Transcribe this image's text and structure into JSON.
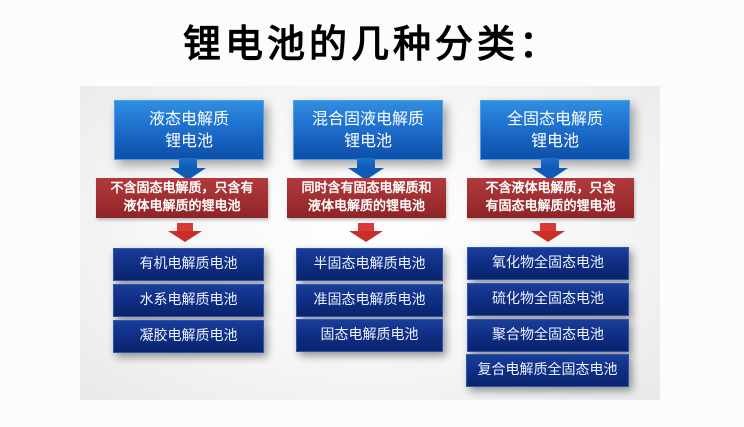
{
  "title": "锂电池的几种分类：",
  "colors": {
    "top_box": "#1e6fcf",
    "red_box": "#9e2d30",
    "sub_box": "#0e2d82",
    "red_arrow": "#d83a34",
    "blue_arrow": "#0f5bb5"
  },
  "columns": [
    {
      "top_lines": [
        "液态电解质",
        "锂电池"
      ],
      "desc_lines": [
        "不含固态电解质，只含有",
        "液体电解质的锂电池"
      ],
      "items": [
        "有机电解质电池",
        "水系电解质电池",
        "凝胶电解质电池"
      ]
    },
    {
      "top_lines": [
        "混合固液电解质",
        "锂电池"
      ],
      "desc_lines": [
        "同时含有固态电解质和",
        "液体电解质的锂电池"
      ],
      "items": [
        "半固态电解质电池",
        "准固态电解质电池",
        "固态电解质电池"
      ]
    },
    {
      "top_lines": [
        "全固态电解质",
        "锂电池"
      ],
      "desc_lines": [
        "不含液体电解质，只含",
        "有固态电解质的锂电池"
      ],
      "items": [
        "氧化物全固态电池",
        "硫化物全固态电池",
        "聚合物全固态电池",
        "复合电解质全固态电池"
      ]
    }
  ]
}
